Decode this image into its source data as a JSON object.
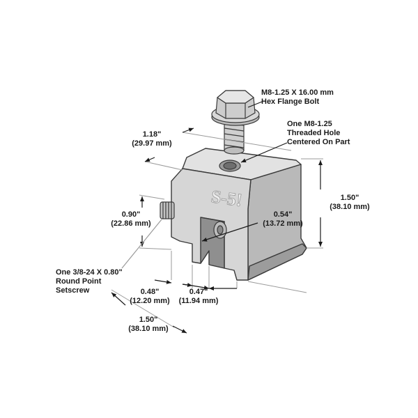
{
  "logo": {
    "text": "S-5!"
  },
  "callouts": {
    "bolt": {
      "line1": "M8-1.25 X 16.00 mm",
      "line2": "Hex Flange Bolt"
    },
    "hole": {
      "line1": "One M8-1.25",
      "line2": "Threaded Hole",
      "line3": "Centered On Part"
    },
    "setscrew": {
      "line1": "One 3/8-24 X 0.80\"",
      "line2": "Round Point",
      "line3": "Setscrew"
    }
  },
  "dimensions": {
    "depth_top": {
      "inch": "1.18\"",
      "mm": "(29.97 mm)"
    },
    "height_right": {
      "inch": "1.50\"",
      "mm": "(38.10 mm)"
    },
    "screw_height": {
      "inch": "0.90\"",
      "mm": "(22.86 mm)"
    },
    "slot_height": {
      "inch": "0.54\"",
      "mm": "(13.72 mm)"
    },
    "leg_width": {
      "inch": "0.48\"",
      "mm": "(12.20 mm)"
    },
    "slot_width": {
      "inch": "0.47\"",
      "mm": "(11.94 mm)"
    },
    "width_bottom": {
      "inch": "1.50\"",
      "mm": "(38.10 mm)"
    }
  },
  "colors": {
    "metal": "#d4d4d4",
    "metal_dark": "#a9a9a9",
    "metal_light": "#ececec",
    "outline": "#3a3a3a",
    "line": "#9a9a9a"
  }
}
